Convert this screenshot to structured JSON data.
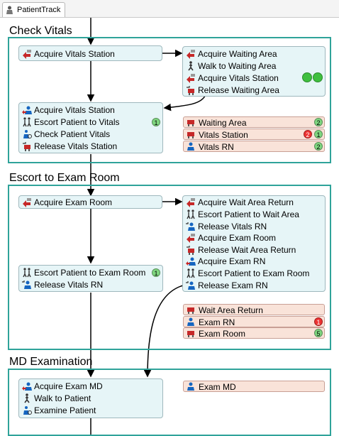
{
  "tab": {
    "label": "PatientTrack"
  },
  "colors": {
    "section_border": "#2fa39a",
    "group_fill": "#e6f5f7",
    "resource_fill": "#f9e3d9",
    "badge_green": "#7fd67f",
    "badge_red": "#ee3333"
  },
  "sections": {
    "check_vitals": {
      "title": "Check Vitals",
      "group1": [
        "Acquire Vitals Station"
      ],
      "group2": [
        "Acquire Waiting Area",
        "Walk to Waiting Area",
        "Acquire Vitals Station",
        "Release Waiting Area"
      ],
      "group3": [
        "Acquire Vitals Station",
        "Escort Patient to Vitals",
        "Check Patient Vitals",
        "Release Vitals Station"
      ],
      "group3_badge": "1",
      "resources": [
        {
          "label": "Waiting Area",
          "badges": [
            "2"
          ]
        },
        {
          "label": "Vitals Station",
          "badges": [
            "2",
            "1"
          ]
        },
        {
          "label": "Vitals RN",
          "badges": [
            "2"
          ]
        }
      ]
    },
    "escort": {
      "title": "Escort to Exam Room",
      "group1": [
        "Acquire Exam Room"
      ],
      "group2": [
        "Acquire Wait Area Return",
        "Escort Patient to Wait Area",
        "Release Vitals RN",
        "Acquire Exam Room",
        "Release Wait Area Return",
        "Acquire Exam RN",
        "Escort Patient to Exam Room",
        "Release Exam RN"
      ],
      "group3": [
        "Escort Patient to Exam Room",
        "Release Vitals RN"
      ],
      "group3_badge": "1",
      "resources": [
        {
          "label": "Wait Area Return",
          "badges": []
        },
        {
          "label": "Exam RN",
          "badges": [
            "1"
          ]
        },
        {
          "label": "Exam Room",
          "badges": [
            "5"
          ]
        }
      ]
    },
    "md": {
      "title": "MD Examination",
      "group1": [
        "Acquire Exam MD",
        "Walk to Patient",
        "Examine Patient"
      ],
      "resources": [
        {
          "label": "Exam MD",
          "badges": []
        }
      ]
    }
  }
}
